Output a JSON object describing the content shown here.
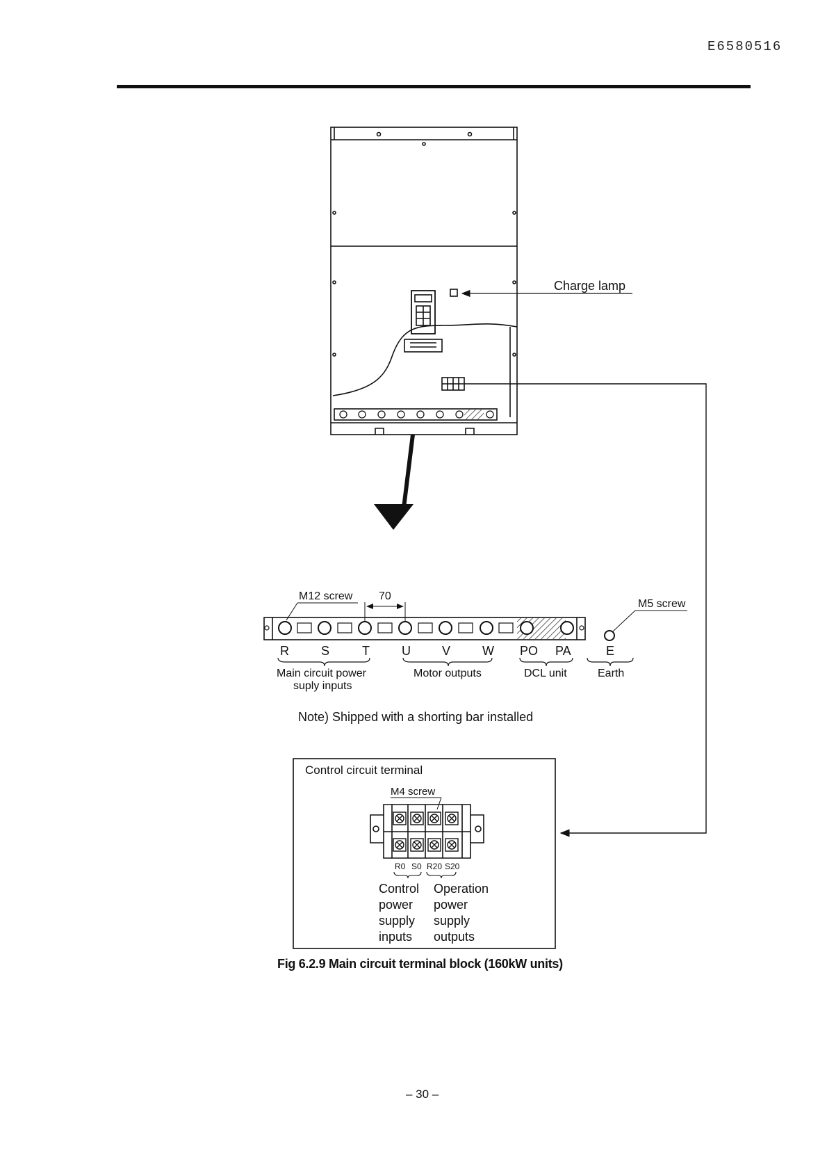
{
  "header": {
    "doc_id": "E6580516"
  },
  "labels": {
    "charge_lamp": "Charge lamp",
    "m12_screw": "M12 screw",
    "pitch": "70",
    "m5_screw": "M5 screw",
    "terminals": [
      "R",
      "S",
      "T",
      "U",
      "V",
      "W",
      "PO",
      "PA",
      "E"
    ],
    "group_main_line1": "Main circuit power",
    "group_main_line2": "suply inputs",
    "group_motor": "Motor outputs",
    "group_dcl": "DCL unit",
    "group_earth": "Earth",
    "note": "Note) Shipped with a shorting bar installed",
    "control_title": "Control circuit terminal",
    "m4_screw": "M4 screw",
    "control_terminals": [
      "R0",
      "S0",
      "R20",
      "S20"
    ],
    "control_inputs": [
      "Control",
      "power",
      "supply",
      "inputs"
    ],
    "operation_outputs": [
      "Operation",
      "power",
      "supply",
      "outputs"
    ]
  },
  "caption": "Fig 6.2.9 Main circuit terminal block (160kW units)",
  "footer": {
    "page": "– 30 –"
  }
}
